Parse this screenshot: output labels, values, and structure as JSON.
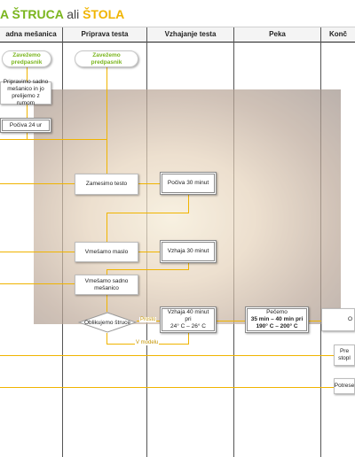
{
  "title": {
    "part1": "A ŠTRUCA",
    "part2": "ali",
    "part3": "ŠTOLA"
  },
  "lanes": [
    "adna mešanica",
    "Priprava testa",
    "Vzhajanje testa",
    "Peka",
    "Konč"
  ],
  "boxes": {
    "apron1": "Zavežemo predpasnik",
    "apron2": "Zavežemo predpasnik",
    "prep_mix": "Pripravimo sadno mešanico in jo prelijemo z rumom",
    "rest24": "Počiva 24 ur",
    "knead": "Zamesimo testo",
    "rest30": "Počiva 30 minut",
    "butter": "Vmešamo maslo",
    "rise30": "Vzhaja 30 minut",
    "fruit_mix": "Vmešamo sadno mešanico",
    "shape": "Oblikujemo štruce",
    "rise40_l1": "Vzhaja 40 minut",
    "rise40_l2": "pri",
    "rise40_l3": "24° C – 26° C",
    "bake_l1": "Pečemo",
    "bake_l2": "35 min – 40 min pri",
    "bake_l3": "190° C – 200° C",
    "end1": "O",
    "end2_l1": "Pre",
    "end2_l2": "stopl",
    "end3": "Potrese"
  },
  "edge_labels": {
    "proso": "Prosto",
    "vmodelu": "V modelu"
  }
}
